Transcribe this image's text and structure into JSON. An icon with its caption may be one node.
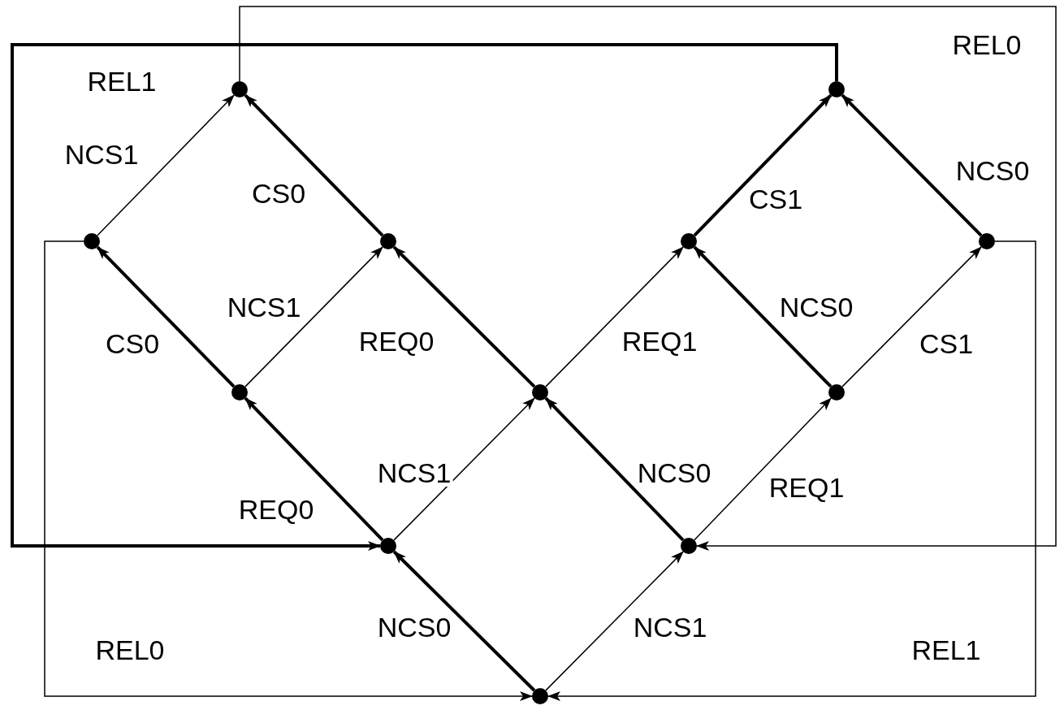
{
  "diagram": {
    "nodes": [
      {
        "text": [],
        "shape": "circle"
      },
      {
        "text": [],
        "shape": "circle"
      },
      {
        "text": [],
        "shape": "circle"
      },
      {
        "text": [],
        "shape": "circle"
      },
      {
        "text": [],
        "shape": "circle"
      },
      {
        "text": [],
        "shape": "circle"
      },
      {
        "text": [],
        "shape": "circle"
      },
      {
        "text": [],
        "shape": "circle"
      },
      {
        "text": [],
        "shape": "circle"
      },
      {
        "text": [],
        "shape": "circle"
      },
      {
        "text": [],
        "shape": "circle"
      },
      {
        "text": [],
        "shape": "circle"
      }
    ],
    "edges": [
      {
        "from": 11,
        "to": 9,
        "arrow": "to",
        "label": "NCS0",
        "style": "thick"
      },
      {
        "from": 11,
        "to": 10,
        "arrow": "to",
        "label": "NCS1"
      },
      {
        "from": 9,
        "to": 6,
        "arrow": "to",
        "label": "REQ0",
        "style": "thick"
      },
      {
        "from": 9,
        "to": 7,
        "arrow": "to",
        "label": "NCS1"
      },
      {
        "from": 10,
        "to": 7,
        "arrow": "to",
        "label": "NCS0",
        "style": "thick"
      },
      {
        "from": 10,
        "to": 8,
        "arrow": "to",
        "label": "REQ1"
      },
      {
        "from": 6,
        "to": 2,
        "arrow": "to",
        "label": "CS0",
        "style": "thick"
      },
      {
        "from": 6,
        "to": 3,
        "arrow": "to",
        "label": "NCS1"
      },
      {
        "from": 7,
        "to": 3,
        "arrow": "to",
        "label": "REQ0",
        "style": "thick"
      },
      {
        "from": 7,
        "to": 4,
        "arrow": "to",
        "label": "REQ1"
      },
      {
        "from": 8,
        "to": 4,
        "arrow": "to",
        "label": "NCS0",
        "style": "thick"
      },
      {
        "from": 8,
        "to": 5,
        "arrow": "to",
        "label": "CS1"
      },
      {
        "from": 2,
        "to": 0,
        "arrow": "to",
        "label": "NCS1"
      },
      {
        "from": 3,
        "to": 0,
        "arrow": "to",
        "label": "CS0",
        "style": "thick"
      },
      {
        "from": 4,
        "to": 1,
        "arrow": "to",
        "label": "CS1",
        "style": "thick"
      },
      {
        "from": 5,
        "to": 1,
        "arrow": "to",
        "label": "NCS0",
        "style": "thick"
      },
      {
        "from": 1,
        "to": 9,
        "arrow": "to",
        "label": "REL1",
        "style": "thick"
      },
      {
        "from": 0,
        "to": 10,
        "arrow": "to",
        "label": "REL0"
      },
      {
        "from": 2,
        "to": 11,
        "arrow": "to",
        "label": "REL0"
      },
      {
        "from": 5,
        "to": 11,
        "arrow": "to",
        "label": "REL1"
      }
    ]
  }
}
